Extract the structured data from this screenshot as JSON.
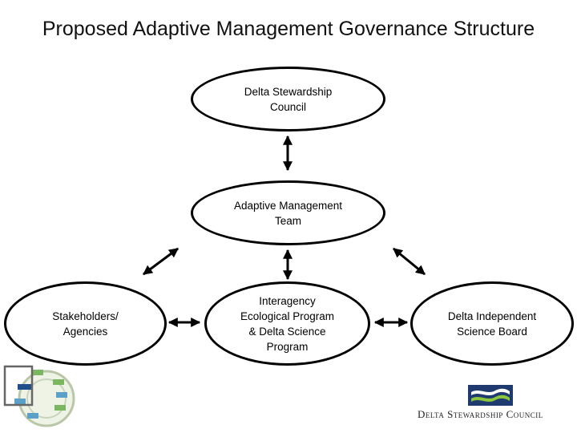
{
  "title": "Proposed Adaptive Management Governance Structure",
  "nodes": {
    "council": "Delta Stewardship\nCouncil",
    "amt": "Adaptive Management\nTeam",
    "stakeholders": "Stakeholders/\nAgencies",
    "iep": "Interagency\nEcological Program\n& Delta Science\nProgram",
    "disb": "Delta Independent\nScience Board"
  },
  "logo": {
    "text": "Delta Stewardship Council"
  },
  "colors": {
    "logo_navy": "#1f3a6e",
    "logo_green": "#8cc63f"
  }
}
